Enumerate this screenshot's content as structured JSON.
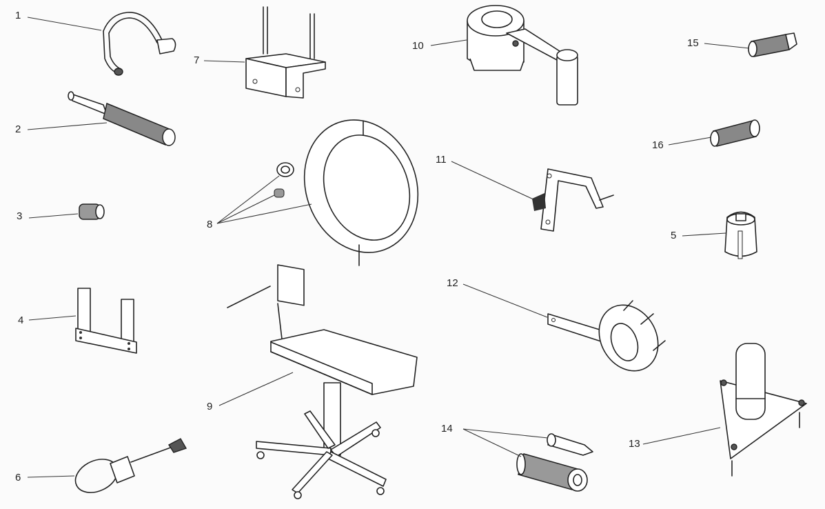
{
  "diagram": {
    "title": "Workshop special tools",
    "callouts": [
      {
        "id": "1",
        "label": "1",
        "item": "hook-wrench"
      },
      {
        "id": "2",
        "label": "2",
        "item": "knurled-handle-tool"
      },
      {
        "id": "3",
        "label": "3",
        "item": "small-bushing"
      },
      {
        "id": "4",
        "label": "4",
        "item": "u-bracket-gauge"
      },
      {
        "id": "5",
        "label": "5",
        "item": "slotted-socket"
      },
      {
        "id": "6",
        "label": "6",
        "item": "strap-filter-wrench"
      },
      {
        "id": "7",
        "label": "7",
        "item": "pin-holder-plate"
      },
      {
        "id": "8",
        "label": "8",
        "item": "ring-clamp-with-washer-and-bushing"
      },
      {
        "id": "9",
        "label": "9",
        "item": "engine-stand-with-tray"
      },
      {
        "id": "10",
        "label": "10",
        "item": "clutch-holder-with-handle"
      },
      {
        "id": "11",
        "label": "11",
        "item": "locking-bracket-with-knob"
      },
      {
        "id": "12",
        "label": "12",
        "item": "pin-spanner-ring"
      },
      {
        "id": "13",
        "label": "13",
        "item": "tripod-base-puller"
      },
      {
        "id": "14",
        "label": "14",
        "item": "drift-and-sleeve"
      },
      {
        "id": "15",
        "label": "15",
        "item": "threaded-knurled-adapter"
      },
      {
        "id": "16",
        "label": "16",
        "item": "knurled-sleeve"
      }
    ]
  }
}
